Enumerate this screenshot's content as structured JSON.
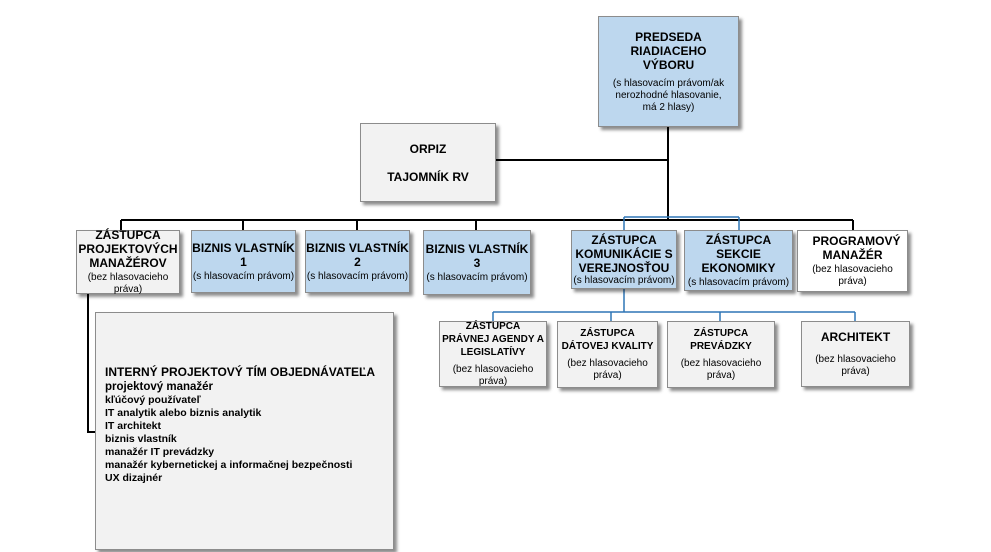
{
  "chair": {
    "title": "PREDSEDA RIADIACEHO VÝBORU",
    "subtitle": "(s hlasovacím právom/ak nerozhodné hlasovanie, má 2 hlasy)"
  },
  "secretary": {
    "line1": "ORPIZ",
    "line2": "TAJOMNÍK RV"
  },
  "level2": [
    {
      "title": "ZÁSTUPCA PROJEKTOVÝCH MANAŽÉROV",
      "subtitle": "(bez hlasovacieho práva)"
    },
    {
      "title": "BIZNIS VLASTNÍK 1",
      "subtitle": "(s hlasovacím právom)"
    },
    {
      "title": "BIZNIS VLASTNÍK 2",
      "subtitle": "(s hlasovacím právom)"
    },
    {
      "title": "BIZNIS VLASTNÍK 3",
      "subtitle": "(s hlasovacím právom)"
    },
    {
      "title": "ZÁSTUPCA KOMUNIKÁCIE S VEREJNOSŤOU",
      "subtitle": "(s hlasovacím právom)"
    },
    {
      "title": "ZÁSTUPCA SEKCIE EKONOMIKY",
      "subtitle": "(s hlasovacím právom)"
    },
    {
      "title": "PROGRAMOVÝ MANAŽÉR",
      "subtitle": "(bez hlasovacieho práva)"
    }
  ],
  "level3": [
    {
      "title": "ZÁSTUPCA PRÁVNEJ AGENDY A LEGISLATÍVY",
      "subtitle": "(bez hlasovacieho práva)"
    },
    {
      "title": "ZÁSTUPCA DÁTOVEJ KVALITY",
      "subtitle": "(bez hlasovacieho práva)"
    },
    {
      "title": "ZÁSTUPCA PREVÁDZKY",
      "subtitle": "(bez hlasovacieho práva)"
    },
    {
      "title": "ARCHITEKT",
      "subtitle": "(bez hlasovacieho práva)"
    }
  ],
  "team": {
    "title": "INTERNÝ PROJEKTOVÝ TÍM OBJEDNÁVATEĽA",
    "members": [
      "projektový manažér",
      "kľúčový používateľ",
      "IT analytik alebo biznis analytik",
      "IT architekt",
      "biznis vlastník",
      "manažér IT prevádzky",
      "manažér kybernetickej a informačnej bezpečnosti",
      "UX dizajnér"
    ]
  },
  "colors": {
    "voting_fill": "#bdd7ee",
    "non_voting_fill": "#f2f2f2",
    "primary_connector": "#000000",
    "secondary_connector": "#2e75b6"
  }
}
